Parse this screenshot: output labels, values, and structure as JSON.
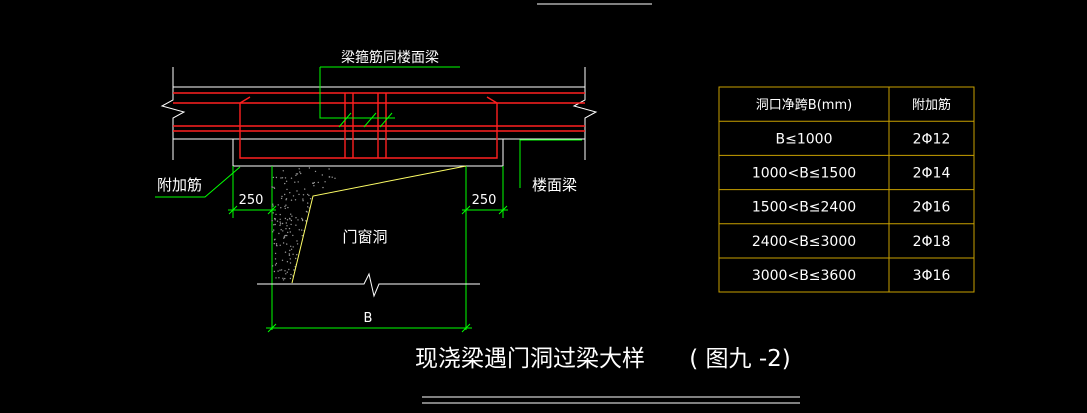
{
  "drawing": {
    "top_label": "梁箍筋同楼面梁",
    "left_label": "附加筋",
    "right_label": "楼面梁",
    "dim_left": "250",
    "dim_right": "250",
    "opening_label": "门窗洞",
    "dim_bottom": "B",
    "title": "现浇梁遇门洞过梁大样",
    "figure_ref": "( 图九 -2)"
  },
  "table": {
    "headers": [
      "洞口净跨B(mm)",
      "附加筋"
    ],
    "rows": [
      [
        "B≤1000",
        "2Φ12"
      ],
      [
        "1000<B≤1500",
        "2Φ14"
      ],
      [
        "1500<B≤2400",
        "2Φ16"
      ],
      [
        "2400<B≤3000",
        "2Φ18"
      ],
      [
        "3000<B≤3600",
        "3Φ16"
      ]
    ]
  },
  "colors": {
    "background": "#000000",
    "rebar": "#ff0000",
    "outline": "#ffffff",
    "dimension": "#00ff00",
    "slope": "#ffff66",
    "table_border": "#c8a000"
  }
}
